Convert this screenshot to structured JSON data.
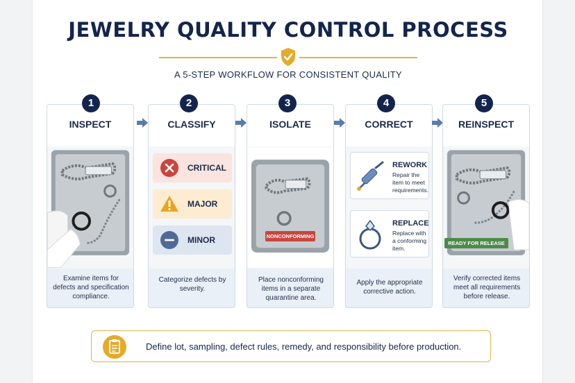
{
  "title": "JEWELRY QUALITY CONTROL PROCESS",
  "subtitle": "A 5-STEP WORKFLOW FOR CONSISTENT QUALITY",
  "colors": {
    "navy": "#14254d",
    "gold": "#e0b44a",
    "arrow": "#5b7bab",
    "critical": "#c9453d",
    "major": "#e8a51e",
    "minor": "#4f6a96",
    "nonconforming": "#c9453d",
    "release": "#4e8a4b"
  },
  "steps": [
    {
      "number": "1",
      "title": "INSPECT",
      "description": "Examine items for defects and specification compliance."
    },
    {
      "number": "2",
      "title": "CLASSIFY",
      "description": "Categorize defects by severity."
    },
    {
      "number": "3",
      "title": "ISOLATE",
      "description": "Place nonconforming items in a separate quarantine area."
    },
    {
      "number": "4",
      "title": "CORRECT",
      "description": "Apply the appropriate corrective action."
    },
    {
      "number": "5",
      "title": "REINSPECT",
      "description": "Verify corrected items meet all requirements before release."
    }
  ],
  "severity": [
    {
      "label": "CRITICAL",
      "icon": "x-circle-icon"
    },
    {
      "label": "MAJOR",
      "icon": "warning-triangle-icon"
    },
    {
      "label": "MINOR",
      "icon": "minus-circle-icon"
    }
  ],
  "actions": [
    {
      "title": "REWORK",
      "description": "Repair the item to meet requirements.",
      "icon": "soldering-tool-icon"
    },
    {
      "title": "REPLACE",
      "description": "Replace with a conforming item.",
      "icon": "ring-icon"
    }
  ],
  "tags": {
    "nonconforming": "NONCONFORMING",
    "release": "READY FOR RELEASE"
  },
  "footer": {
    "text": "Define lot, sampling, defect rules, remedy, and responsibility before production.",
    "icon": "clipboard-icon"
  }
}
